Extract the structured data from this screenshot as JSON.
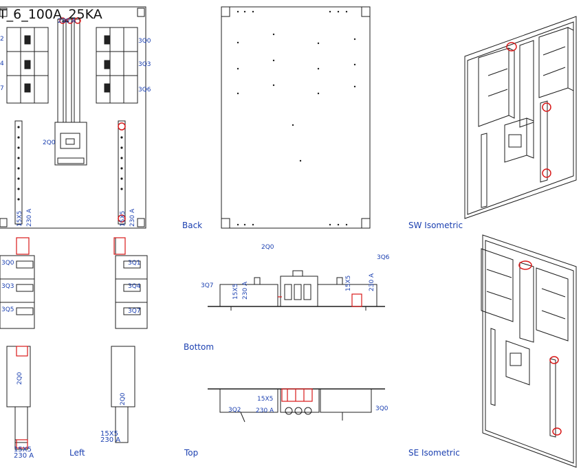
{
  "title": "T_6_100A_25KA",
  "view_labels": {
    "back": "Back",
    "sw_isometric": "SW Isometric",
    "bottom": "Bottom",
    "left": "Left",
    "top": "Top",
    "se_isometric": "SE Isometric"
  },
  "tags": {
    "front_230a": "230 A",
    "q2": "2",
    "q4": "4",
    "q7": "7",
    "q3q0": "3Q0",
    "q3q3": "3Q3",
    "q3q6": "3Q6",
    "q2q0_front": "2Q0",
    "bar_left_a": "15X5",
    "bar_left_b": "230 A",
    "bar_right_a": "15X5",
    "bar_right_b": "230 A",
    "bottom_2q0": "2Q0",
    "bottom_3q6": "3Q6",
    "bottom_3q7": "3Q7",
    "bottom_15x5_l": "15X5",
    "bottom_230a_l": "230 A",
    "bottom_15x5_r": "15X5",
    "bottom_230a_r": "230 A",
    "top_3q2": "3Q2",
    "top_3q0": "3Q0",
    "top_15x5": "15X5",
    "top_230a": "230 A",
    "left_15x5": "15X5",
    "left_230a": "230 A",
    "left2_15x5": "15X5",
    "left2_230a": "230 A",
    "left_3q0": "3Q0",
    "left_3q3": "3Q3",
    "left_3q5": "3Q5",
    "left_2q0": "2Q0",
    "left2_3q1": "3Q1",
    "left2_3q4": "3Q4",
    "left2_3q7": "3Q7",
    "left2_2q0": "2Q0"
  },
  "colors": {
    "line": "#1c1c1c",
    "label": "#1a3fb0",
    "highlight": "#d81818"
  }
}
